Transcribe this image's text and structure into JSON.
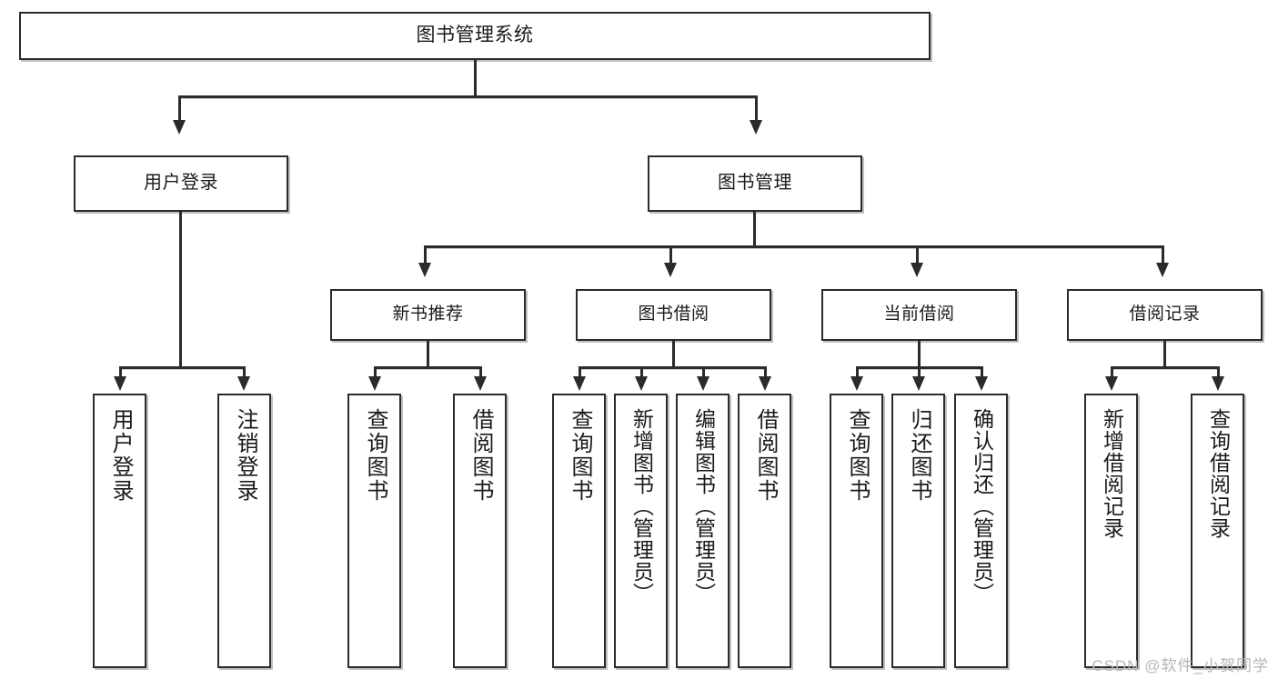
{
  "diagram": {
    "type": "tree-hierarchy-chart",
    "title": "图书管理系统",
    "watermark": "CSDN @软件_小贺同学",
    "colors": {
      "stroke": "#2b2b2b",
      "fill": "#ffffff",
      "background": "#ffffff",
      "watermark": "#b6b6b6"
    },
    "levels": {
      "root": {
        "label": "图书管理系统"
      },
      "level2": [
        {
          "label": "用户登录"
        },
        {
          "label": "图书管理"
        }
      ],
      "level3": [
        {
          "label": "新书推荐"
        },
        {
          "label": "图书借阅"
        },
        {
          "label": "当前借阅"
        },
        {
          "label": "借阅记录"
        }
      ]
    },
    "leaves": {
      "user_login": [
        {
          "label": "用户登录"
        },
        {
          "label": "注销登录"
        }
      ],
      "new_book_recommend": [
        {
          "label": "查询图书"
        },
        {
          "label": "借阅图书"
        }
      ],
      "book_borrow": [
        {
          "label": "查询图书"
        },
        {
          "label": "新增图书（管理员）"
        },
        {
          "label": "编辑图书（管理员）"
        },
        {
          "label": "借阅图书"
        }
      ],
      "current_borrow": [
        {
          "label": "查询图书"
        },
        {
          "label": "归还图书"
        },
        {
          "label": "确认归还（管理员）"
        }
      ],
      "borrow_records": [
        {
          "label": "新增借阅记录"
        },
        {
          "label": "查询借阅记录"
        }
      ]
    }
  },
  "chart_data": {
    "type": "table",
    "title": "图书管理系统",
    "nodes": [
      {
        "id": "root",
        "label": "图书管理系统",
        "level": 1,
        "parent": null
      },
      {
        "id": "user-login",
        "label": "用户登录",
        "level": 2,
        "parent": "root"
      },
      {
        "id": "book-manage",
        "label": "图书管理",
        "level": 2,
        "parent": "root"
      },
      {
        "id": "new-book",
        "label": "新书推荐",
        "level": 3,
        "parent": "book-manage"
      },
      {
        "id": "book-borrow",
        "label": "图书借阅",
        "level": 3,
        "parent": "book-manage"
      },
      {
        "id": "current-borrow",
        "label": "当前借阅",
        "level": 3,
        "parent": "book-manage"
      },
      {
        "id": "borrow-record",
        "label": "借阅记录",
        "level": 3,
        "parent": "book-manage"
      },
      {
        "id": "l1",
        "label": "用户登录",
        "level": 4,
        "parent": "user-login"
      },
      {
        "id": "l2",
        "label": "注销登录",
        "level": 4,
        "parent": "user-login"
      },
      {
        "id": "l3",
        "label": "查询图书",
        "level": 4,
        "parent": "new-book"
      },
      {
        "id": "l4",
        "label": "借阅图书",
        "level": 4,
        "parent": "new-book"
      },
      {
        "id": "l5",
        "label": "查询图书",
        "level": 4,
        "parent": "book-borrow"
      },
      {
        "id": "l6",
        "label": "新增图书（管理员）",
        "level": 4,
        "parent": "book-borrow"
      },
      {
        "id": "l7",
        "label": "编辑图书（管理员）",
        "level": 4,
        "parent": "book-borrow"
      },
      {
        "id": "l8",
        "label": "借阅图书",
        "level": 4,
        "parent": "book-borrow"
      },
      {
        "id": "l9",
        "label": "查询图书",
        "level": 4,
        "parent": "current-borrow"
      },
      {
        "id": "l10",
        "label": "归还图书",
        "level": 4,
        "parent": "current-borrow"
      },
      {
        "id": "l11",
        "label": "确认归还（管理员）",
        "level": 4,
        "parent": "current-borrow"
      },
      {
        "id": "l12",
        "label": "新增借阅记录",
        "level": 4,
        "parent": "borrow-record"
      },
      {
        "id": "l13",
        "label": "查询借阅记录",
        "level": 4,
        "parent": "borrow-record"
      }
    ]
  }
}
